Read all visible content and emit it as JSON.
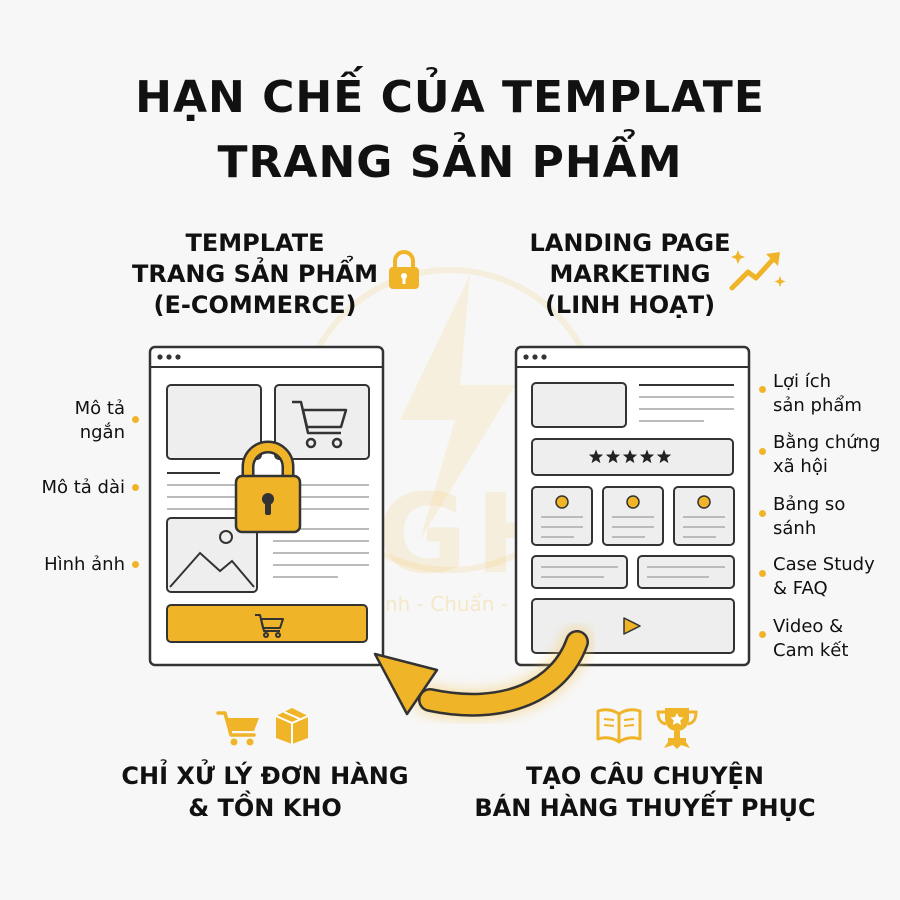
{
  "title": {
    "line1": "HẠN CHẾ CỦA TEMPLATE",
    "line2": "TRANG SẢN PHẨM"
  },
  "left_panel": {
    "heading": [
      "TEMPLATE",
      "TRANG SẢN PHẨM",
      "(E-COMMERCE)"
    ],
    "heading_icon": "lock-icon",
    "labels": [
      "Mô tả\nngắn",
      "Mô tả dài",
      "Hình ảnh"
    ],
    "bottom_icons": [
      "cart-icon",
      "box-icon"
    ],
    "bottom_text": [
      "CHỈ XỬ LÝ ĐƠN HÀNG",
      "& TỒN KHO"
    ]
  },
  "right_panel": {
    "heading": [
      "LANDING PAGE",
      "MARKETING",
      "(LINH HOẠT)"
    ],
    "heading_icon": "growth-arrow-icon",
    "labels": [
      "Lợi ích\nsản phẩm",
      "Bằng chứng\nxã hội",
      "Bảng so\nsánh",
      "Case Study\n& FAQ",
      "Video &\nCam kết"
    ],
    "rating_stars": 5,
    "bottom_icons": [
      "book-icon",
      "trophy-icon"
    ],
    "bottom_text": [
      "TẠO CÂU CHUYỆN",
      "BÁN HÀNG THUYẾT PHỤC"
    ]
  },
  "watermark": {
    "brand": "LIGHT",
    "tagline": "Nhanh - Chuẩn - Đẹp"
  },
  "colors": {
    "accent": "#f0b429",
    "text": "#111111",
    "outline": "#333333",
    "fill": "#eeeeee",
    "background": "#f7f7f7"
  }
}
